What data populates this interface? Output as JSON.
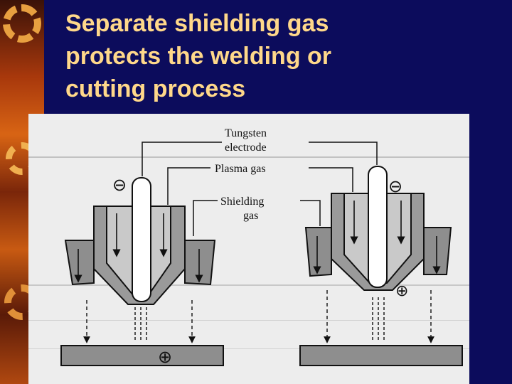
{
  "slide": {
    "title_lines": [
      "Separate shielding gas",
      "protects the welding or",
      "cutting process"
    ]
  },
  "diagram": {
    "labels": {
      "tungsten_line1": "Tungsten",
      "tungsten_line2": "electrode",
      "plasma_gas": "Plasma gas",
      "shielding_line1": "Shielding",
      "shielding_line2": "gas"
    },
    "polarity": {
      "left_electrode": "⊖",
      "left_workpiece": "⊕",
      "right_electrode": "⊖",
      "right_nozzle": "⊕"
    }
  },
  "colors": {
    "background": "#0c0c5c",
    "title_text": "#ffd88a",
    "figure_background": "#ededed",
    "body_gray": "#8e8e8e"
  }
}
